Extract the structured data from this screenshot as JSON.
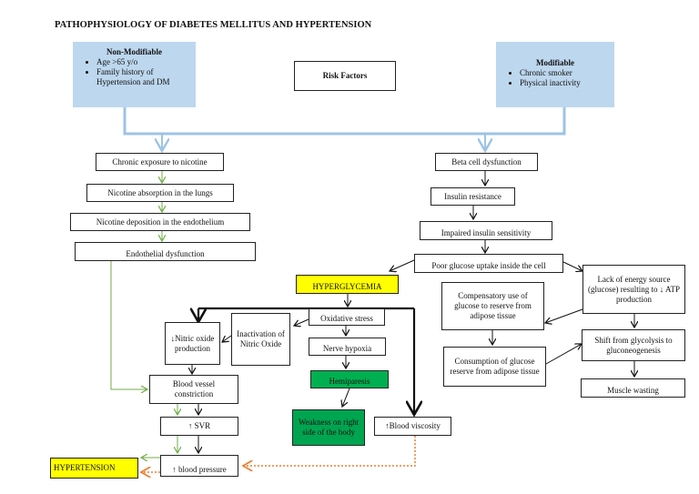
{
  "title": "PATHOPHYSIOLOGY OF DIABETES MELLITUS  AND HYPERTENSION",
  "risk_factors": {
    "center": "Risk Factors",
    "non_modifiable": {
      "heading": "Non-Modifiable",
      "items": [
        "Age >65 y/o",
        "Family history of Hypertension and DM"
      ]
    },
    "modifiable": {
      "heading": "Modifiable",
      "items": [
        "Chronic smoker",
        "Physical inactivity"
      ]
    }
  },
  "left_chain": [
    "Chronic exposure to nicotine",
    "Nicotine absorption in the lungs",
    "Nicotine deposition in the endothelium",
    "Endothelial dysfunction"
  ],
  "right_chain": [
    "Beta cell dysfunction",
    "Insulin resistance",
    "Impaired insulin sensitivity",
    "Poor glucose uptake inside the cell"
  ],
  "hyperglycemia": "HYPERGLYCEMIA",
  "middle": {
    "oxidative": "Oxidative stress",
    "nerve": "Nerve hypoxia",
    "hemiparesis": "Hemiparesis",
    "weakness": "Weakness on right side of the body",
    "viscosity": "↑Blood viscosity"
  },
  "vascular": {
    "nitric": "↓Nitric oxide production",
    "inactivation": "Inactivation of Nitric Oxide",
    "vessel": "Blood vessel constriction",
    "svr": "↑ SVR",
    "bp": "↑ blood pressure",
    "hypertension": "HYPERTENSION"
  },
  "energy": {
    "compensatory": "Compensatory use of glucose to reserve from adipose tissue",
    "lack": "Lack of energy source (glucose) resulting to ↓ ATP production",
    "consumption": "Consumption of glucose reserve from adipose tissue",
    "shift": "Shift from glycolysis to gluconeogenesis",
    "muscle": "Muscle wasting"
  },
  "colors": {
    "blue_box": "#bdd7ee",
    "connector": "#9dc3e6",
    "highlight": "#ffff00",
    "green": "#00b050",
    "green_arrow": "#70ad47",
    "orange_dotted": "#ed7d31"
  }
}
